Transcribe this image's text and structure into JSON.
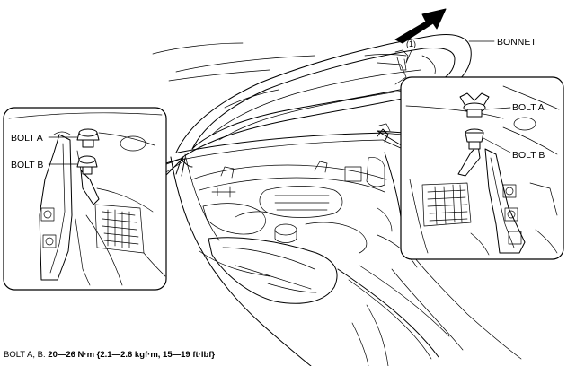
{
  "labels": {
    "bonnet": "BONNET",
    "callout_1": "(1)",
    "left_bolt_a": "BOLT A",
    "left_bolt_b": "BOLT B",
    "right_bolt_a": "BOLT A",
    "right_bolt_b": "BOLT B"
  },
  "spec": {
    "prefix": "BOLT A, B: ",
    "torque": "20—26 N·m {2.1—2.6 kgf·m, 15—19 ft·lbf}"
  },
  "icons": {
    "lift_arrow": "lift-direction-arrow-icon"
  }
}
